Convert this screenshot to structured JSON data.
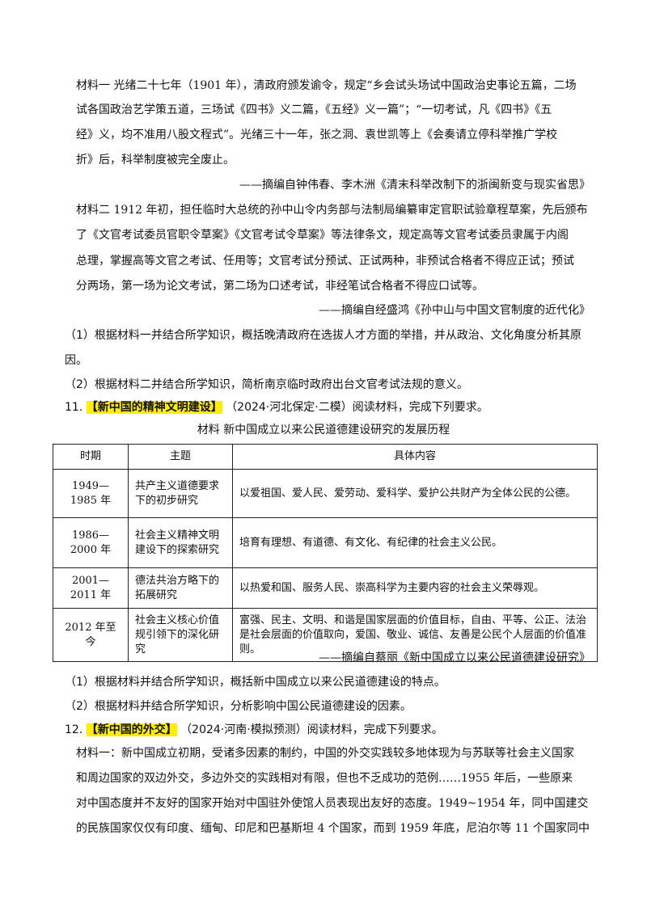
{
  "material1": {
    "lines": [
      "材料一  光绪二十七年（1901 年），清政府颁发谕令，规定“乡会试头场试中国政治史事论五篇，二场",
      "试各国政治艺学策五道，三场试《四书》义二篇，《五经》义一篇”；“一切考试，凡《四书》《五",
      "经》义，均不准用八股文程式”。光绪三十一年，张之洞、袁世凯等上《会奏请立停科举推广学校",
      "折》后，科举制度被完全废止。"
    ],
    "source": "——摘编自钟伟春、李木洲《清末科举改制下的浙闽新变与现实省思》"
  },
  "material2": {
    "lines": [
      "材料二  1912 年初，担任临时大总统的孙中山令内务部与法制局编纂审定官职试验章程草案，先后颁布",
      "了《文官考试委员官职令草案》《文官考试令草案》等法律条文，规定高等文官考试委员隶属于内阁",
      "总理，掌握高等文官之考试、任用等；文官考试分预试、正试两种，非预试合格者不得应正试；预试",
      "分两场，第一场为论文考试，第二场为口述考试，非经笔试合格者不得应口试等。"
    ],
    "source": "——摘编自经盛鸿《孙中山与中国文官制度的近代化》"
  },
  "q10": {
    "q1_line1": "（1）根据材料一并结合所学知识，概括晚清政府在选拔人才方面的举措，并从政治、文化角度分析其原",
    "q1_line2": "因。",
    "q2": "（2）根据材料二并结合所学知识，简析南京临时政府出台文官考试法规的意义。"
  },
  "q11": {
    "number": "11.",
    "tag": "【新中国的精神文明建设】",
    "meta": "（2024·河北保定·二模）阅读材料，完成下列要求。",
    "caption": "材料  新中国成立以来公民道德建设研究的发展历程",
    "table": {
      "headers": [
        "时期",
        "主题",
        "具体内容"
      ],
      "rows": [
        {
          "period": "1949—1985 年",
          "theme": "共产主义道德要求下的初步研究",
          "content": "以爱祖国、爱人民、爱劳动、爱科学、爱护公共财产为全体公民的公德。"
        },
        {
          "period": "1986—2000 年",
          "theme": "社会主义精神文明建设下的探索研究",
          "content": "培育有理想、有道德、有文化、有纪律的社会主义公民。"
        },
        {
          "period": "2001—2011 年",
          "theme": "德法共治方略下的拓展研究",
          "content": "以热爱和国、服务人民、崇高科学为主要内容的社会主义荣辱观。"
        },
        {
          "period": "2012 年至今",
          "theme": "社会主义核心价值规引领下的深化研究",
          "content": "富强、民主、文明、和谐是国家层面的价值目标，自由、平等、公正、法治是社会层面的价值取向，爱国、敬业、诚信、友善是公民个人层面的价值准则。"
        }
      ]
    },
    "source": "——摘编自蔡丽《新中国成立以来公民道德建设研究》",
    "q1": "（1）根据材料并结合所学知识，概括新中国成立以来公民道德建设的特点。",
    "q2": "（2）根据材料并结合所学知识，分析影响中国公民道德建设的因素。"
  },
  "q12": {
    "number": "12.",
    "tag": "【新中国的外交】",
    "meta": "（2024·河南·模拟预测）阅读材料，完成下列要求。",
    "lines": [
      "材料一：新中国成立初期，受诸多因素的制约，中国的外交实践较多地体现为与苏联等社会主义国家",
      "和周边国家的双边外交，多边外交的实践相对有限，但也不乏成功的范例……1955  年后，一些原来",
      "对中国态度并不友好的国家开始对中国驻外使馆人员表现出友好的态度。1949~1954 年，同中国建交",
      "的民族国家仅仅有印度、缅甸、印尼和巴基斯坦 4 个国家，而到 1959 年底，尼泊尔等 11 个国家同中"
    ]
  }
}
